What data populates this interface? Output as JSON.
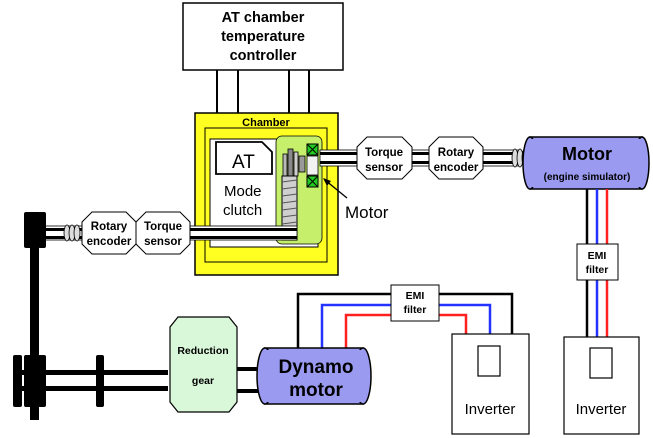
{
  "controller": {
    "line1": "AT chamber",
    "line2": "temperature",
    "line3": "controller"
  },
  "chamber": {
    "label": "Chamber"
  },
  "at": {
    "label": "AT"
  },
  "mode_clutch": {
    "line1": "Mode",
    "line2": "clutch"
  },
  "motor_callout": {
    "label": "Motor"
  },
  "torque_sensor_top": {
    "line1": "Torque",
    "line2": "sensor"
  },
  "rotary_encoder_top": {
    "line1": "Rotary",
    "line2": "encoder"
  },
  "motor_engine": {
    "line1": "Motor",
    "line2": "(engine simulator)"
  },
  "rotary_encoder_left": {
    "line1": "Rotary",
    "line2": "encoder"
  },
  "torque_sensor_left": {
    "line1": "Torque",
    "line2": "sensor"
  },
  "emi_filter_right": {
    "line1": "EMI",
    "line2": "filter"
  },
  "emi_filter_middle": {
    "line1": "EMI",
    "line2": "filter"
  },
  "reduction_gear": {
    "line1": "Reduction",
    "line2": "gear"
  },
  "dynamo_motor": {
    "line1": "Dynamo",
    "line2": "motor"
  },
  "inverter_middle": {
    "label": "Inverter"
  },
  "inverter_right": {
    "label": "Inverter"
  },
  "colors": {
    "chamber_fill": "#ffff22",
    "motor_fill": "#9a9af0",
    "gear_fill": "#d9f7d9",
    "wire_red": "#ff2020",
    "wire_blue": "#2233ff"
  }
}
